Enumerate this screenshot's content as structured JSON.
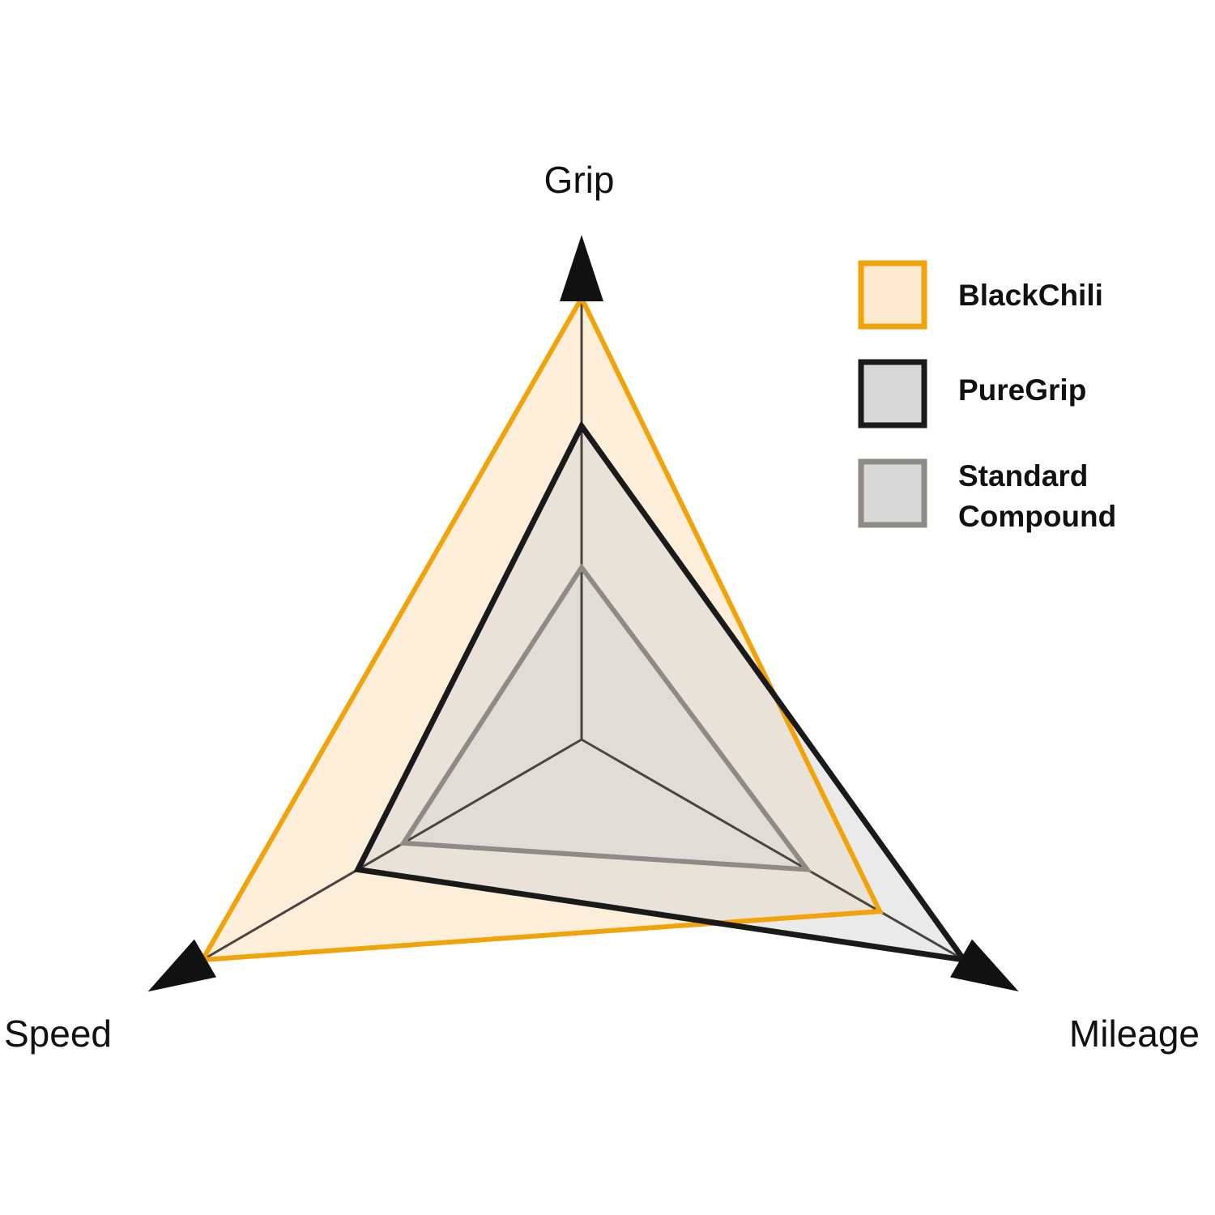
{
  "chart_data": {
    "type": "radar",
    "axes": [
      "Grip",
      "Speed",
      "Mileage"
    ],
    "range": [
      0,
      1
    ],
    "series": [
      {
        "name": "BlackChili",
        "values": [
          1.0,
          1.0,
          0.78
        ],
        "stroke": "#f0a30a",
        "fill": "#fcebd1"
      },
      {
        "name": "PureGrip",
        "values": [
          0.71,
          0.59,
          1.0
        ],
        "stroke": "#1a1a1a",
        "fill": "#d8d8d8"
      },
      {
        "name": "Standard Compound",
        "values": [
          0.39,
          0.47,
          0.59
        ],
        "stroke": "#8e8a86",
        "fill": "#d8d8d8"
      }
    ],
    "legend": {
      "position": "top-right",
      "entries": [
        {
          "lines": [
            "BlackChili"
          ]
        },
        {
          "lines": [
            "PureGrip"
          ]
        },
        {
          "lines": [
            "Standard",
            "Compound"
          ]
        }
      ]
    },
    "spoke_color": "#4a4440",
    "arrow_color": "#111111"
  }
}
